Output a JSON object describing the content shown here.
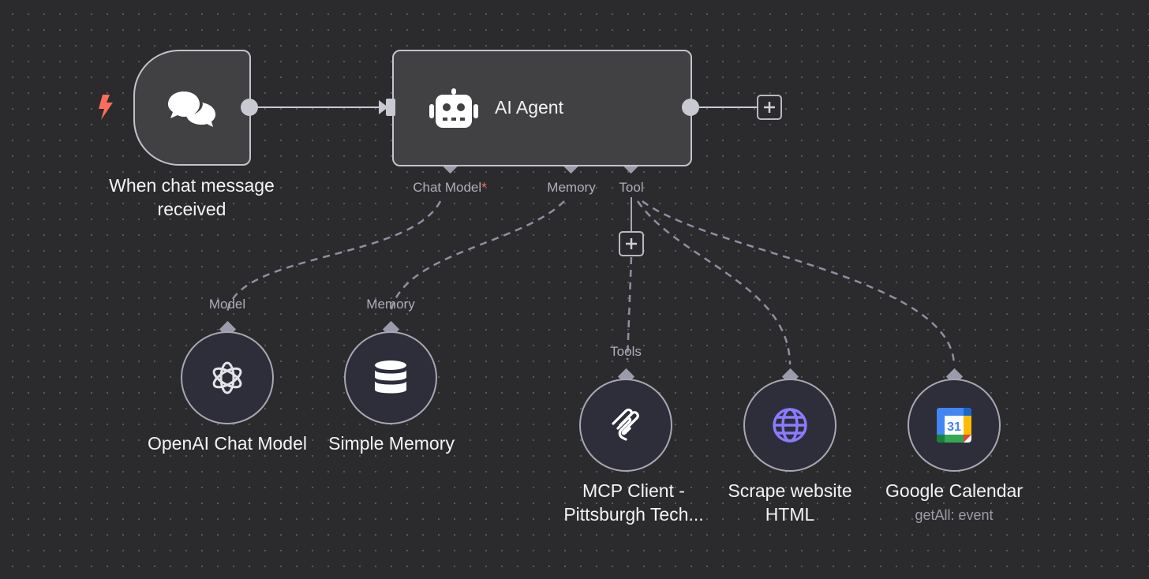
{
  "trigger": {
    "label_line1": "When chat message",
    "label_line2": "received",
    "icon": "chat-bubbles-icon",
    "badge_icon": "lightning-bolt-icon",
    "badge_color": "#ff6d5a"
  },
  "agent": {
    "title": "AI Agent",
    "icon": "robot-icon",
    "ports": {
      "chat_model": "Chat Model",
      "chat_model_required": "*",
      "memory": "Memory",
      "tool": "Tool"
    }
  },
  "subnodes": {
    "openai": {
      "label": "OpenAI Chat Model",
      "port_label": "Model",
      "icon": "openai-logo-icon"
    },
    "memory": {
      "label": "Simple Memory",
      "port_label": "Memory",
      "icon": "database-icon"
    },
    "mcp": {
      "label_line1": "MCP Client -",
      "label_line2": "Pittsburgh Tech...",
      "port_label": "Tools",
      "icon": "mcp-logo-icon"
    },
    "scrape": {
      "label_line1": "Scrape website",
      "label_line2": "HTML",
      "icon": "globe-icon",
      "icon_color": "#8c7bff"
    },
    "gcal": {
      "label": "Google Calendar",
      "sublabel": "getAll: event",
      "icon": "google-calendar-icon",
      "calendar_number": "31"
    }
  }
}
